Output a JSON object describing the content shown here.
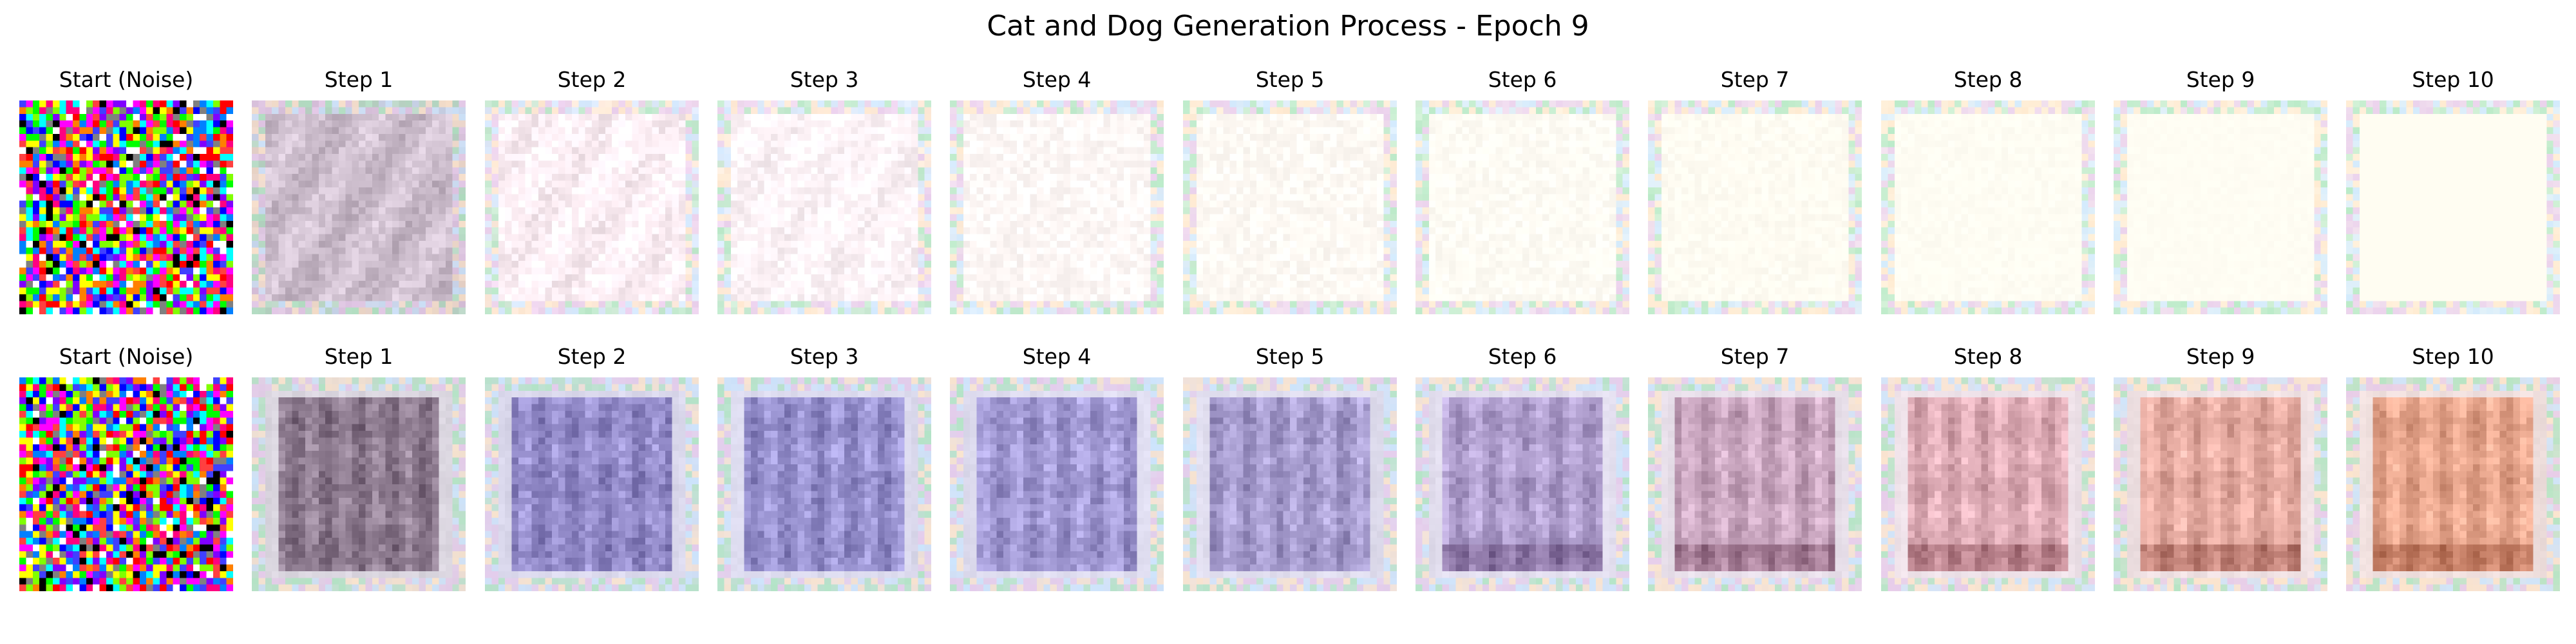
{
  "figure": {
    "title": "Cat and Dog Generation Process - Epoch 9"
  },
  "rows": [
    {
      "name": "row-1",
      "panels": [
        {
          "label": "Start (Noise)",
          "kind": "noise",
          "seed": 11
        },
        {
          "label": "Step 1",
          "kind": "denoise",
          "seed": 21
        },
        {
          "label": "Step 2",
          "kind": "denoise",
          "seed": 31
        },
        {
          "label": "Step 3",
          "kind": "denoise",
          "seed": 41
        },
        {
          "label": "Step 4",
          "kind": "denoise",
          "seed": 51
        },
        {
          "label": "Step 5",
          "kind": "denoise",
          "seed": 61
        },
        {
          "label": "Step 6",
          "kind": "denoise",
          "seed": 71
        },
        {
          "label": "Step 7",
          "kind": "denoise",
          "seed": 81
        },
        {
          "label": "Step 8",
          "kind": "denoise",
          "seed": 91
        },
        {
          "label": "Step 9",
          "kind": "denoise",
          "seed": 101
        },
        {
          "label": "Step 10",
          "kind": "denoise",
          "seed": 111
        }
      ]
    },
    {
      "name": "row-2",
      "panels": [
        {
          "label": "Start (Noise)",
          "kind": "noise",
          "seed": 12
        },
        {
          "label": "Step 1",
          "kind": "denoise",
          "seed": 22
        },
        {
          "label": "Step 2",
          "kind": "denoise",
          "seed": 32
        },
        {
          "label": "Step 3",
          "kind": "denoise",
          "seed": 42
        },
        {
          "label": "Step 4",
          "kind": "denoise",
          "seed": 52
        },
        {
          "label": "Step 5",
          "kind": "denoise",
          "seed": 62
        },
        {
          "label": "Step 6",
          "kind": "denoise",
          "seed": 72
        },
        {
          "label": "Step 7",
          "kind": "denoise",
          "seed": 82
        },
        {
          "label": "Step 8",
          "kind": "denoise",
          "seed": 92
        },
        {
          "label": "Step 9",
          "kind": "denoise",
          "seed": 102
        },
        {
          "label": "Step 10",
          "kind": "denoise",
          "seed": 112
        }
      ]
    }
  ],
  "appearance": {
    "row-1": {
      "description_colors": [
        "#d7c7d6",
        "#fff0f6",
        "#fffbf2"
      ]
    },
    "row-2": {
      "description_colors": [
        "#8e7c92",
        "#8f8ccf",
        "#a9a0d6",
        "#d2a0b0",
        "#e5a888"
      ]
    }
  }
}
